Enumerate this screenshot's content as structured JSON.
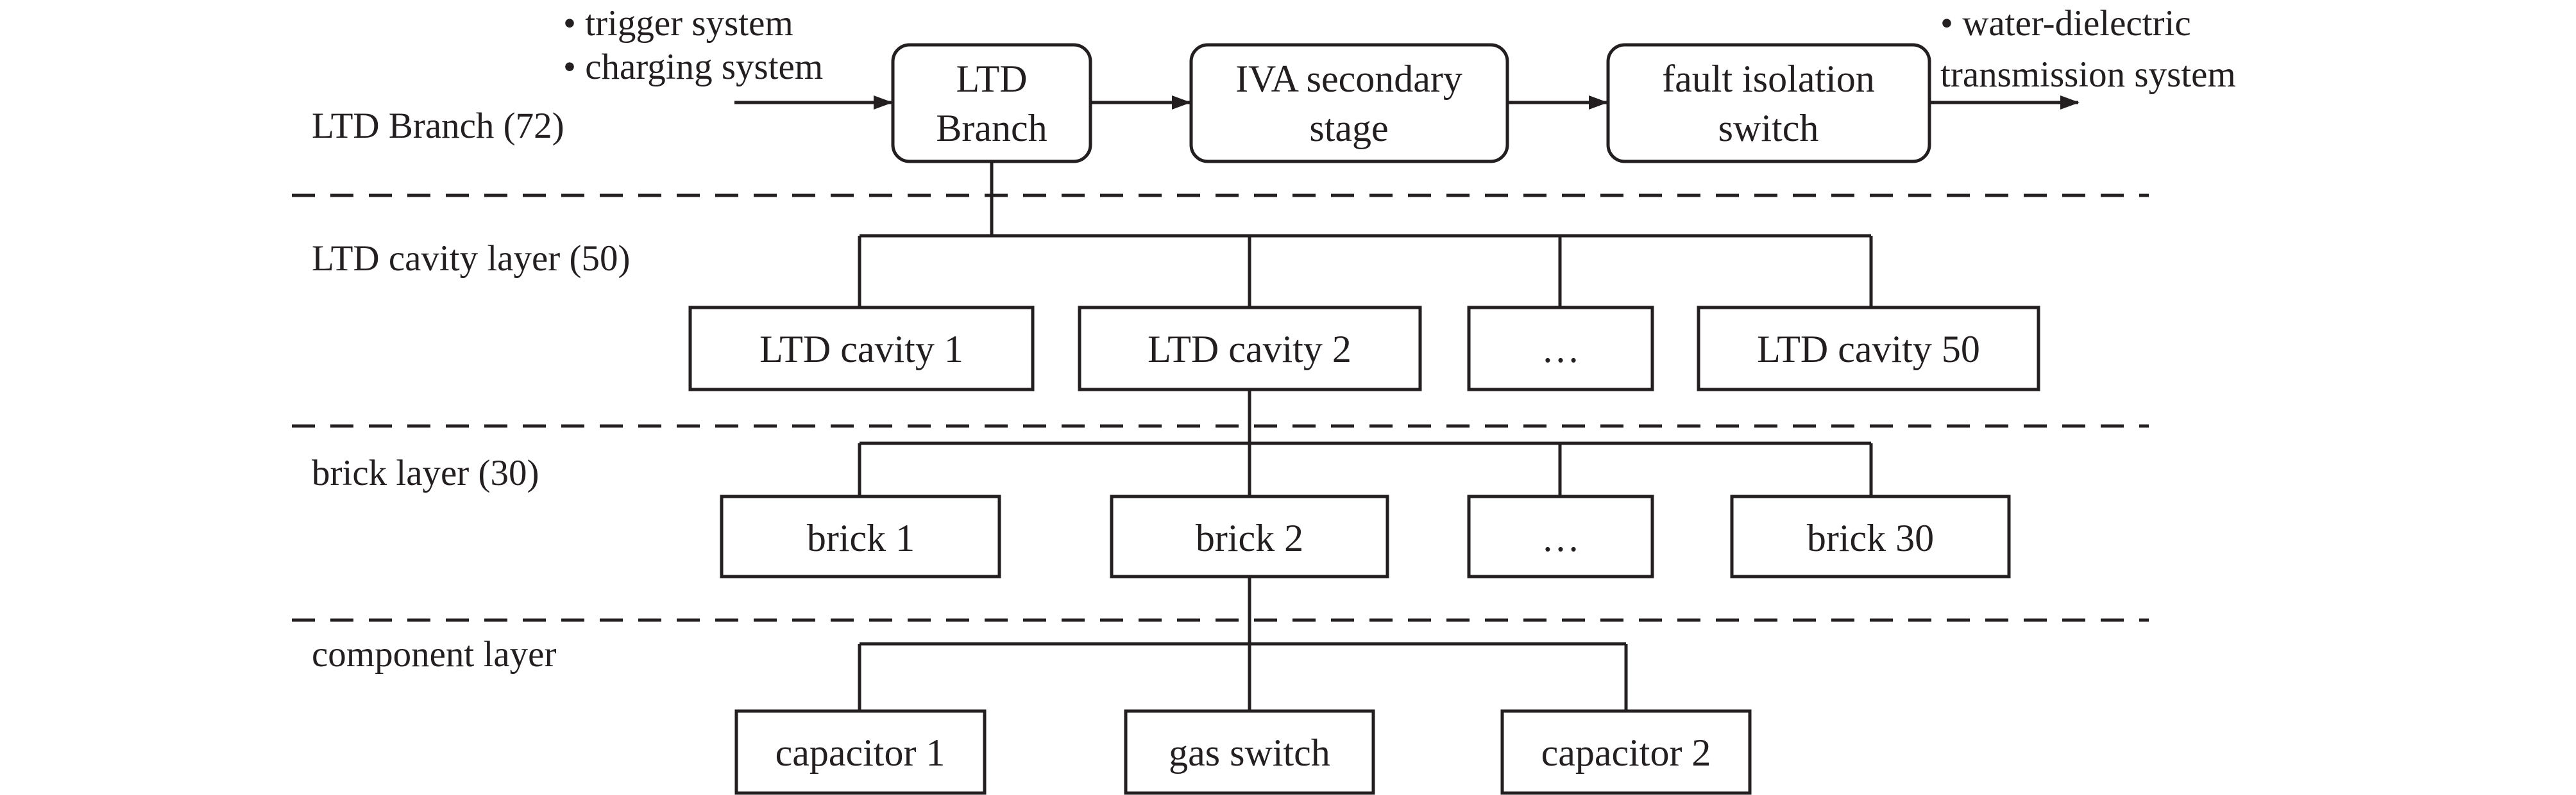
{
  "layers": {
    "branch": "LTD Branch (72)",
    "cavity": "LTD cavity layer (50)",
    "brick": "brick layer (30)",
    "component": "component layer"
  },
  "inputs": {
    "line1": "• trigger system",
    "line2": "• charging system"
  },
  "outputs": {
    "line1": "• water-dielectric",
    "line2": "transmission system"
  },
  "top_row": {
    "ltd_branch": [
      "LTD",
      "Branch"
    ],
    "iva": [
      "IVA secondary",
      "stage"
    ],
    "fault": [
      "fault isolation",
      "switch"
    ]
  },
  "cavities": [
    "LTD cavity 1",
    "LTD cavity 2",
    "…",
    "LTD cavity 50"
  ],
  "bricks": [
    "brick 1",
    "brick 2",
    "…",
    "brick 30"
  ],
  "components": [
    "capacitor 1",
    "gas switch",
    "capacitor 2"
  ]
}
